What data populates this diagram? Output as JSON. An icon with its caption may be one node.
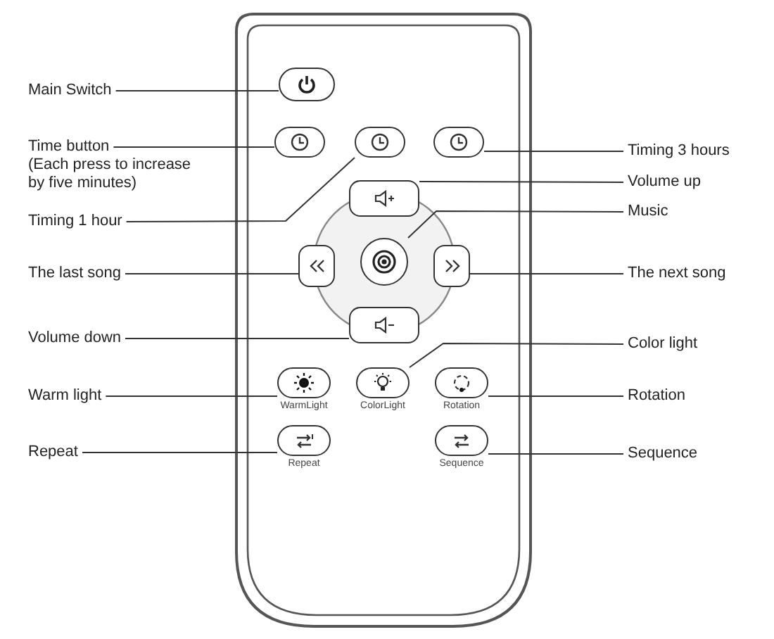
{
  "diagram": {
    "nodes": [
      {
        "text": [
          "Main Switch"
        ]
      },
      {
        "text": [
          "Time button",
          "(Each press to increase by five minutes)"
        ]
      },
      {
        "text": [
          "Timing 1 hour"
        ]
      },
      {
        "text": [
          "The last song"
        ]
      },
      {
        "text": [
          "Volume down"
        ]
      },
      {
        "text": [
          "Warm light"
        ]
      },
      {
        "text": [
          "Repeat"
        ]
      },
      {
        "text": [
          "Timing 3 hours"
        ]
      },
      {
        "text": [
          "Volume up"
        ]
      },
      {
        "text": [
          "Music"
        ]
      },
      {
        "text": [
          "The next song"
        ]
      },
      {
        "text": [
          "Color light"
        ]
      },
      {
        "text": [
          "Rotation"
        ]
      },
      {
        "text": [
          "Sequence"
        ]
      },
      {
        "text": [],
        "shape": "button"
      },
      {
        "text": [],
        "shape": "button"
      },
      {
        "text": [],
        "shape": "button"
      },
      {
        "text": [],
        "shape": "button"
      },
      {
        "text": [],
        "shape": "button"
      },
      {
        "text": [],
        "shape": "button"
      },
      {
        "text": [],
        "shape": "button"
      },
      {
        "text": [],
        "shape": "button"
      },
      {
        "text": [],
        "shape": "button"
      },
      {
        "text": [],
        "shape": "button",
        "beside": [
          "WarmLight"
        ]
      },
      {
        "text": [],
        "shape": "button",
        "beside": [
          "ColorLight"
        ]
      },
      {
        "text": [],
        "shape": "button",
        "beside": [
          "Rotation"
        ]
      },
      {
        "text": [],
        "shape": "button",
        "beside": [
          "Repeat"
        ]
      },
      {
        "text": [],
        "shape": "button",
        "beside": [
          "Sequence"
        ]
      }
    ],
    "edges": [
      {
        "from": 0,
        "to": 14,
        "arrow": "none"
      },
      {
        "from": 1,
        "to": 15,
        "arrow": "none"
      },
      {
        "from": 2,
        "to": 16,
        "arrow": "none"
      },
      {
        "from": 3,
        "to": 19,
        "arrow": "none"
      },
      {
        "from": 4,
        "to": 22,
        "arrow": "none"
      },
      {
        "from": 5,
        "to": 23,
        "arrow": "none"
      },
      {
        "from": 6,
        "to": 26,
        "arrow": "none"
      },
      {
        "from": 7,
        "to": 17,
        "arrow": "none"
      },
      {
        "from": 8,
        "to": 18,
        "arrow": "none"
      },
      {
        "from": 9,
        "to": 20,
        "arrow": "none"
      },
      {
        "from": 10,
        "to": 21,
        "arrow": "none"
      },
      {
        "from": 11,
        "to": 24,
        "arrow": "none"
      },
      {
        "from": 12,
        "to": 25,
        "arrow": "none"
      },
      {
        "from": 13,
        "to": 27,
        "arrow": "none"
      }
    ]
  }
}
